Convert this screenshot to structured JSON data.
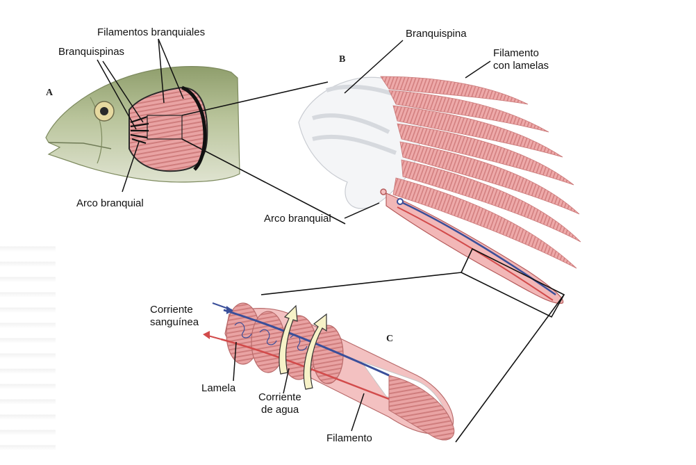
{
  "panels": {
    "a": "A",
    "b": "B",
    "c": "C"
  },
  "labels": {
    "filamentos_branquiales": "Filamentos branquiales",
    "branquispinas": "Branquispinas",
    "arco_branquial_a": "Arco branquial",
    "branquispina": "Branquispina",
    "filamento_con_lamelas_1": "Filamento",
    "filamento_con_lamelas_2": "con lamelas",
    "arco_branquial_b": "Arco branquial",
    "corriente_sanguinea_1": "Corriente",
    "corriente_sanguinea_2": "sanguínea",
    "lamela": "Lamela",
    "corriente_agua_1": "Corriente",
    "corriente_agua_2": "de agua",
    "filamento": "Filamento"
  },
  "colors": {
    "gill_pink": "#e79a9a",
    "gill_dark": "#c96a6a",
    "fish_body": "#b7c29a",
    "vessel_blue": "#3a4f9a",
    "vessel_red": "#d24b4b",
    "arrow_fill": "#f7f2c8"
  }
}
